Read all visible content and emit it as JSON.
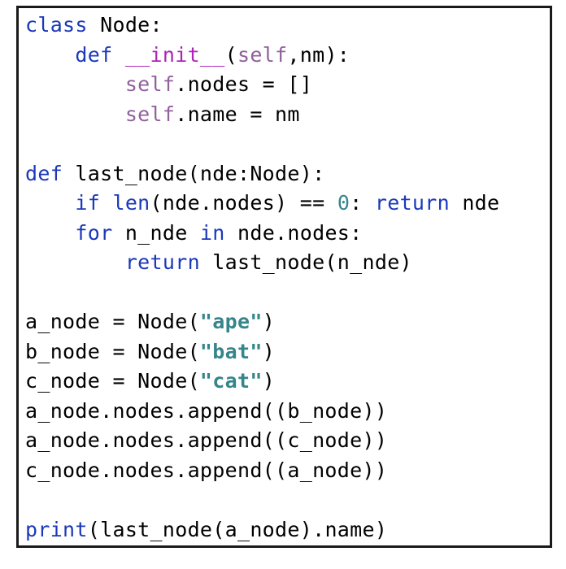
{
  "code_block": {
    "language": "python",
    "border_color": "#1a1a1a",
    "background": "#ffffff",
    "colors": {
      "keyword": "#1b39ba",
      "dunder": "#ab25b6",
      "self": "#90619b",
      "string": "#35858b",
      "number": "#35858b",
      "plain": "#000000"
    },
    "lines": [
      [
        {
          "t": "class",
          "c": "keyword"
        },
        {
          "t": " Node:",
          "c": "plain"
        }
      ],
      [
        {
          "t": "    ",
          "c": "plain"
        },
        {
          "t": "def",
          "c": "keyword"
        },
        {
          "t": " ",
          "c": "plain"
        },
        {
          "t": "__init__",
          "c": "dunder"
        },
        {
          "t": "(",
          "c": "plain"
        },
        {
          "t": "self",
          "c": "self"
        },
        {
          "t": ",nm):",
          "c": "plain"
        }
      ],
      [
        {
          "t": "        ",
          "c": "plain"
        },
        {
          "t": "self",
          "c": "self"
        },
        {
          "t": ".nodes = []",
          "c": "plain"
        }
      ],
      [
        {
          "t": "        ",
          "c": "plain"
        },
        {
          "t": "self",
          "c": "self"
        },
        {
          "t": ".name = nm",
          "c": "plain"
        }
      ],
      [],
      [
        {
          "t": "def",
          "c": "keyword"
        },
        {
          "t": " last_node(nde:Node):",
          "c": "plain"
        }
      ],
      [
        {
          "t": "    ",
          "c": "plain"
        },
        {
          "t": "if",
          "c": "keyword"
        },
        {
          "t": " ",
          "c": "plain"
        },
        {
          "t": "len",
          "c": "keyword"
        },
        {
          "t": "(nde.nodes) == ",
          "c": "plain"
        },
        {
          "t": "0",
          "c": "number"
        },
        {
          "t": ": ",
          "c": "plain"
        },
        {
          "t": "return",
          "c": "keyword"
        },
        {
          "t": " nde",
          "c": "plain"
        }
      ],
      [
        {
          "t": "    ",
          "c": "plain"
        },
        {
          "t": "for",
          "c": "keyword"
        },
        {
          "t": " n_nde ",
          "c": "plain"
        },
        {
          "t": "in",
          "c": "keyword"
        },
        {
          "t": " nde.nodes:",
          "c": "plain"
        }
      ],
      [
        {
          "t": "        ",
          "c": "plain"
        },
        {
          "t": "return",
          "c": "keyword"
        },
        {
          "t": " last_node(n_nde)",
          "c": "plain"
        }
      ],
      [],
      [
        {
          "t": "a_node = Node(",
          "c": "plain"
        },
        {
          "t": "\"ape\"",
          "c": "string"
        },
        {
          "t": ")",
          "c": "plain"
        }
      ],
      [
        {
          "t": "b_node = Node(",
          "c": "plain"
        },
        {
          "t": "\"bat\"",
          "c": "string"
        },
        {
          "t": ")",
          "c": "plain"
        }
      ],
      [
        {
          "t": "c_node = Node(",
          "c": "plain"
        },
        {
          "t": "\"cat\"",
          "c": "string"
        },
        {
          "t": ")",
          "c": "plain"
        }
      ],
      [
        {
          "t": "a_node.nodes.append((b_node))",
          "c": "plain"
        }
      ],
      [
        {
          "t": "a_node.nodes.append((c_node))",
          "c": "plain"
        }
      ],
      [
        {
          "t": "c_node.nodes.append((a_node))",
          "c": "plain"
        }
      ],
      [],
      [
        {
          "t": "print",
          "c": "keyword"
        },
        {
          "t": "(last_node(a_node).name)",
          "c": "plain"
        }
      ]
    ]
  }
}
